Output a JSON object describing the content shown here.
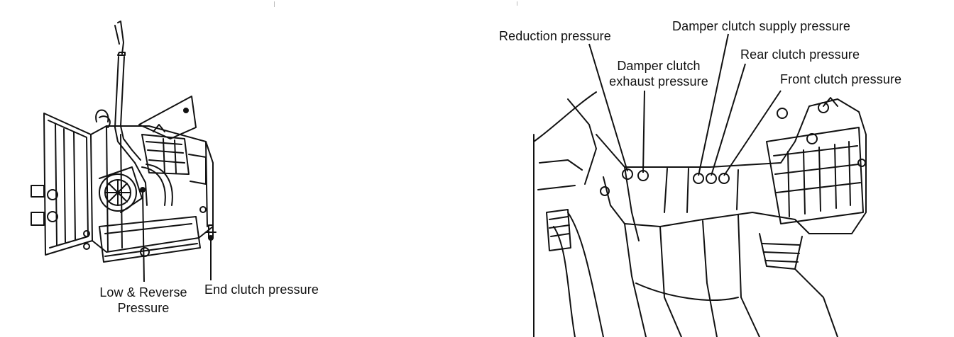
{
  "left_figure": {
    "labels": {
      "low_reverse_line1": "Low & Reverse",
      "low_reverse_line2": "Pressure",
      "end_clutch": "End clutch pressure"
    }
  },
  "right_figure": {
    "labels": {
      "reduction": "Reduction pressure",
      "damper_exhaust_line1": "Damper clutch",
      "damper_exhaust_line2": "exhaust pressure",
      "damper_supply": "Damper clutch supply pressure",
      "rear_clutch": "Rear clutch pressure",
      "front_clutch": "Front clutch pressure"
    }
  },
  "colors": {
    "ink": "#111111",
    "paper": "#ffffff"
  }
}
